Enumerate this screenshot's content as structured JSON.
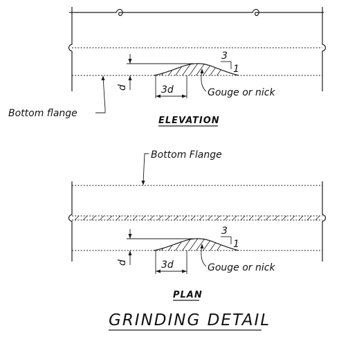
{
  "elevation": {
    "title": "ELEVATION",
    "bottom_flange_label": "Bottom flange",
    "gouge_label": "Gouge or nick",
    "depth_label": "d",
    "length_label": "3d",
    "slope_run": "3",
    "slope_rise": "1"
  },
  "plan": {
    "title": "PLAN",
    "bottom_flange_label": "Bottom Flange",
    "gouge_label": "Gouge or nick",
    "depth_label": "d",
    "length_label": "3d",
    "slope_run": "3",
    "slope_rise": "1"
  },
  "main_title": "GRINDING DETAIL"
}
